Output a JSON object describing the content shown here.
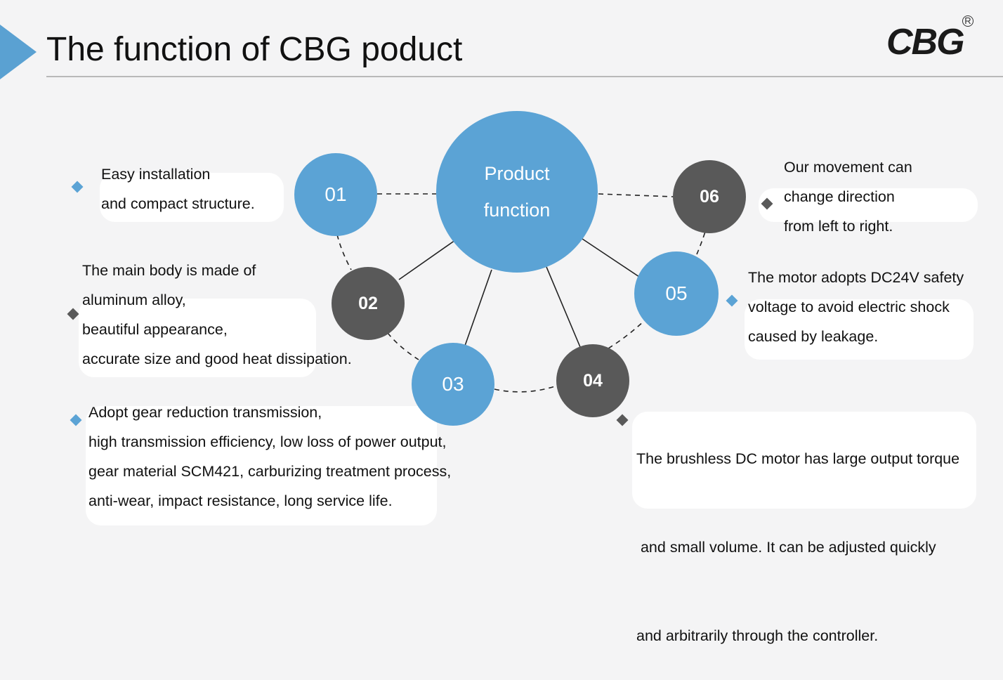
{
  "header": {
    "title": "The function of CBG poduct",
    "logo_text": "CBG",
    "logo_reg": "R"
  },
  "center": {
    "line1": "Product",
    "line2": "function"
  },
  "nodes": [
    {
      "label": "01",
      "color": "#5ba3d5"
    },
    {
      "label": "02",
      "color": "#595959"
    },
    {
      "label": "03",
      "color": "#5ba3d5"
    },
    {
      "label": "04",
      "color": "#595959"
    },
    {
      "label": "05",
      "color": "#5ba3d5"
    },
    {
      "label": "06",
      "color": "#595959"
    }
  ],
  "features": [
    {
      "lines": [
        "Easy installation",
        "and compact structure."
      ]
    },
    {
      "lines": [
        "The main body is made of",
        "aluminum alloy,",
        "beautiful appearance,",
        "accurate size and good heat dissipation."
      ]
    },
    {
      "lines": [
        "Adopt gear reduction transmission,",
        "high transmission efficiency, low loss of power output,",
        "gear material SCM421, carburizing treatment process,",
        "anti-wear, impact resistance, long service life."
      ]
    },
    {
      "lines": [
        "The brushless DC motor has large output torque",
        " and small volume. It can be adjusted quickly",
        "and arbitrarily through the controller."
      ]
    },
    {
      "lines": [
        "The motor adopts DC24V safety",
        "voltage to avoid electric shock",
        "caused by leakage."
      ]
    },
    {
      "lines": [
        "Our movement can",
        "change direction",
        "from left to right."
      ]
    }
  ],
  "colors": {
    "accent_blue": "#5ba3d5",
    "dark_gray": "#595959"
  }
}
